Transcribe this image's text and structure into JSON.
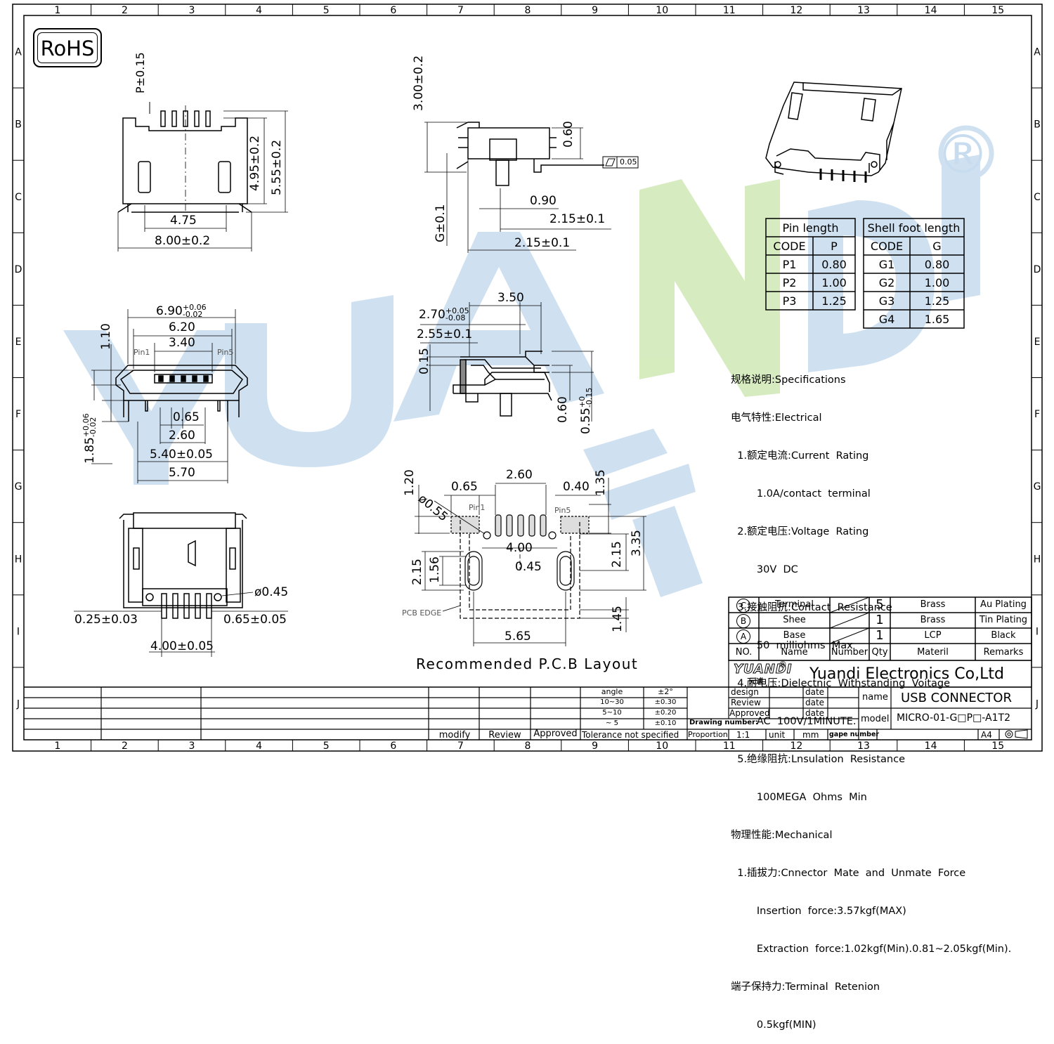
{
  "grid": {
    "columns": [
      "1",
      "2",
      "3",
      "4",
      "5",
      "6",
      "7",
      "8",
      "9",
      "10",
      "11",
      "12",
      "13",
      "14",
      "15"
    ],
    "rows": [
      "A",
      "B",
      "C",
      "D",
      "E",
      "F",
      "G",
      "H",
      "I",
      "J"
    ]
  },
  "rohs": "RoHS",
  "watermark": "YUANDI",
  "registered": "®",
  "top_view": {
    "pin_dim": "P±0.15",
    "height1": "4.95±0.2",
    "height2": "5.55±0.2",
    "width_inner": "4.75",
    "width_outer": "8.00±0.2"
  },
  "side_view": {
    "height": "3.00±0.2",
    "step": "0.60",
    "flatness": "0.05",
    "g_dim": "G±0.1",
    "d1": "0.90",
    "d2": "2.15±0.1",
    "d3": "2.15±0.1"
  },
  "front_view": {
    "w1_base": "6.90",
    "w1_tol_up": "+0.06",
    "w1_tol_dn": "-0.02",
    "w2": "6.20",
    "w3": "3.40",
    "pin1": "Pin1",
    "pin5": "Pin5",
    "h1": "1.10",
    "h2_base": "1.85",
    "h2_tol_up": "+0.06",
    "h2_tol_dn": "-0.02",
    "pitch": "0.65",
    "w4": "2.60",
    "w5": "5.40±0.05",
    "w6": "5.70"
  },
  "section_view": {
    "d1": "3.50",
    "d2_base": "2.70",
    "d2_tol_up": "+0.05",
    "d2_tol_dn": "-0.08",
    "d3": "2.55±0.1",
    "d4": "0.15",
    "d5": "0.60",
    "d6_base": "0.55",
    "d6_tol_up": "+0",
    "d6_tol_dn": "-0.15"
  },
  "bottom_view": {
    "hole": "ø0.45",
    "d1": "0.25±0.03",
    "d2": "0.65±0.05",
    "d3": "4.00±0.05"
  },
  "pcb_layout": {
    "title": "Recommended P.C.B Layout",
    "d_120": "1.20",
    "d_065": "0.65",
    "d_260": "2.60",
    "d_040": "0.40",
    "d_135": "1.35",
    "hole": "ø0.55",
    "pin1": "Pin1",
    "pin5": "Pin5",
    "d_400": "4.00",
    "d_045": "0.45",
    "d_215a": "2.15",
    "d_156": "1.56",
    "d_215b": "2.15",
    "d_335": "3.35",
    "d_145": "1.45",
    "d_565": "5.65",
    "edge": "PCB EDGE"
  },
  "pin_length_table": {
    "title": "Pin  length",
    "headers": [
      "CODE",
      "P"
    ],
    "rows": [
      [
        "P1",
        "0.80"
      ],
      [
        "P2",
        "1.00"
      ],
      [
        "P3",
        "1.25"
      ]
    ]
  },
  "shell_foot_table": {
    "title": "Shell  foot  length",
    "headers": [
      "CODE",
      "G"
    ],
    "rows": [
      [
        "G1",
        "0.80"
      ],
      [
        "G2",
        "1.00"
      ],
      [
        "G3",
        "1.25"
      ],
      [
        "G4",
        "1.65"
      ]
    ]
  },
  "specs": [
    "规格说明:Specifications",
    "电气特性:Electrical",
    "  1.额定电流:Current  Rating",
    "        1.0A/contact  terminal",
    "  2.额定电压:Voltage  Rating",
    "        30V  DC",
    "  3.接触阻抗:Contact  Resistance",
    "        50  milliohms  Max",
    "  4.耐电压:Dielectnic  Withstanding  Voitage",
    "        AC  100V/1MINUTE.",
    "  5.绝缘阻抗:Lnsulation  Resistance",
    "        100MEGA  Ohms  Min",
    "物理性能:Mechanical",
    "  1.插拔力:Cnnector  Mate  and  Unmate  Force",
    "        Insertion  force:3.57kgf(MAX)",
    "        Extraction  force:1.02kgf(Min).0.81~2.05kgf(Min).",
    "端子保持力:Terminal  Retenion",
    "        0.5kgf(MIN)"
  ],
  "bom": {
    "rows": [
      {
        "no": "C",
        "name": "Terminal",
        "number": "5",
        "material": "Brass",
        "remarks": "Au  Plating"
      },
      {
        "no": "B",
        "name": "Shee",
        "number": "1",
        "material": "Brass",
        "remarks": "Tin  Plating"
      },
      {
        "no": "A",
        "name": "Base",
        "number": "1",
        "material": "LCP",
        "remarks": "Black"
      }
    ],
    "headers": {
      "no": "NO.",
      "name": "Name",
      "number": "Number",
      "qty": "Qty",
      "material": "Materil",
      "remarks": "Remarks"
    }
  },
  "company": {
    "logo": "YUANDI",
    "logo_sub": "元迪",
    "name": "Yuandi Electronics Co,Ltd"
  },
  "title_block": {
    "tolerance": [
      [
        "angle",
        "±2°"
      ],
      [
        "10~30",
        "±0.30"
      ],
      [
        "5~10",
        "±0.20"
      ],
      [
        "~ 5",
        "±0.10"
      ]
    ],
    "tolerance_label": "Tolerance  not  specified",
    "signoff": [
      "design",
      "Review",
      "Approved"
    ],
    "date": "date",
    "drawing_number": "Drawing  number:",
    "proportion_label": "Proportion",
    "proportion": "1:1",
    "unit_label": "unit",
    "unit": "mm",
    "gape_number": "gape  number",
    "name_label": "name",
    "name": "USB  CONNECTOR",
    "model_label": "model",
    "model": "MICRO-01-G□P□-A1T2",
    "paper": "A4",
    "revision_cols": [
      "modify",
      "Review",
      "Approved"
    ]
  }
}
